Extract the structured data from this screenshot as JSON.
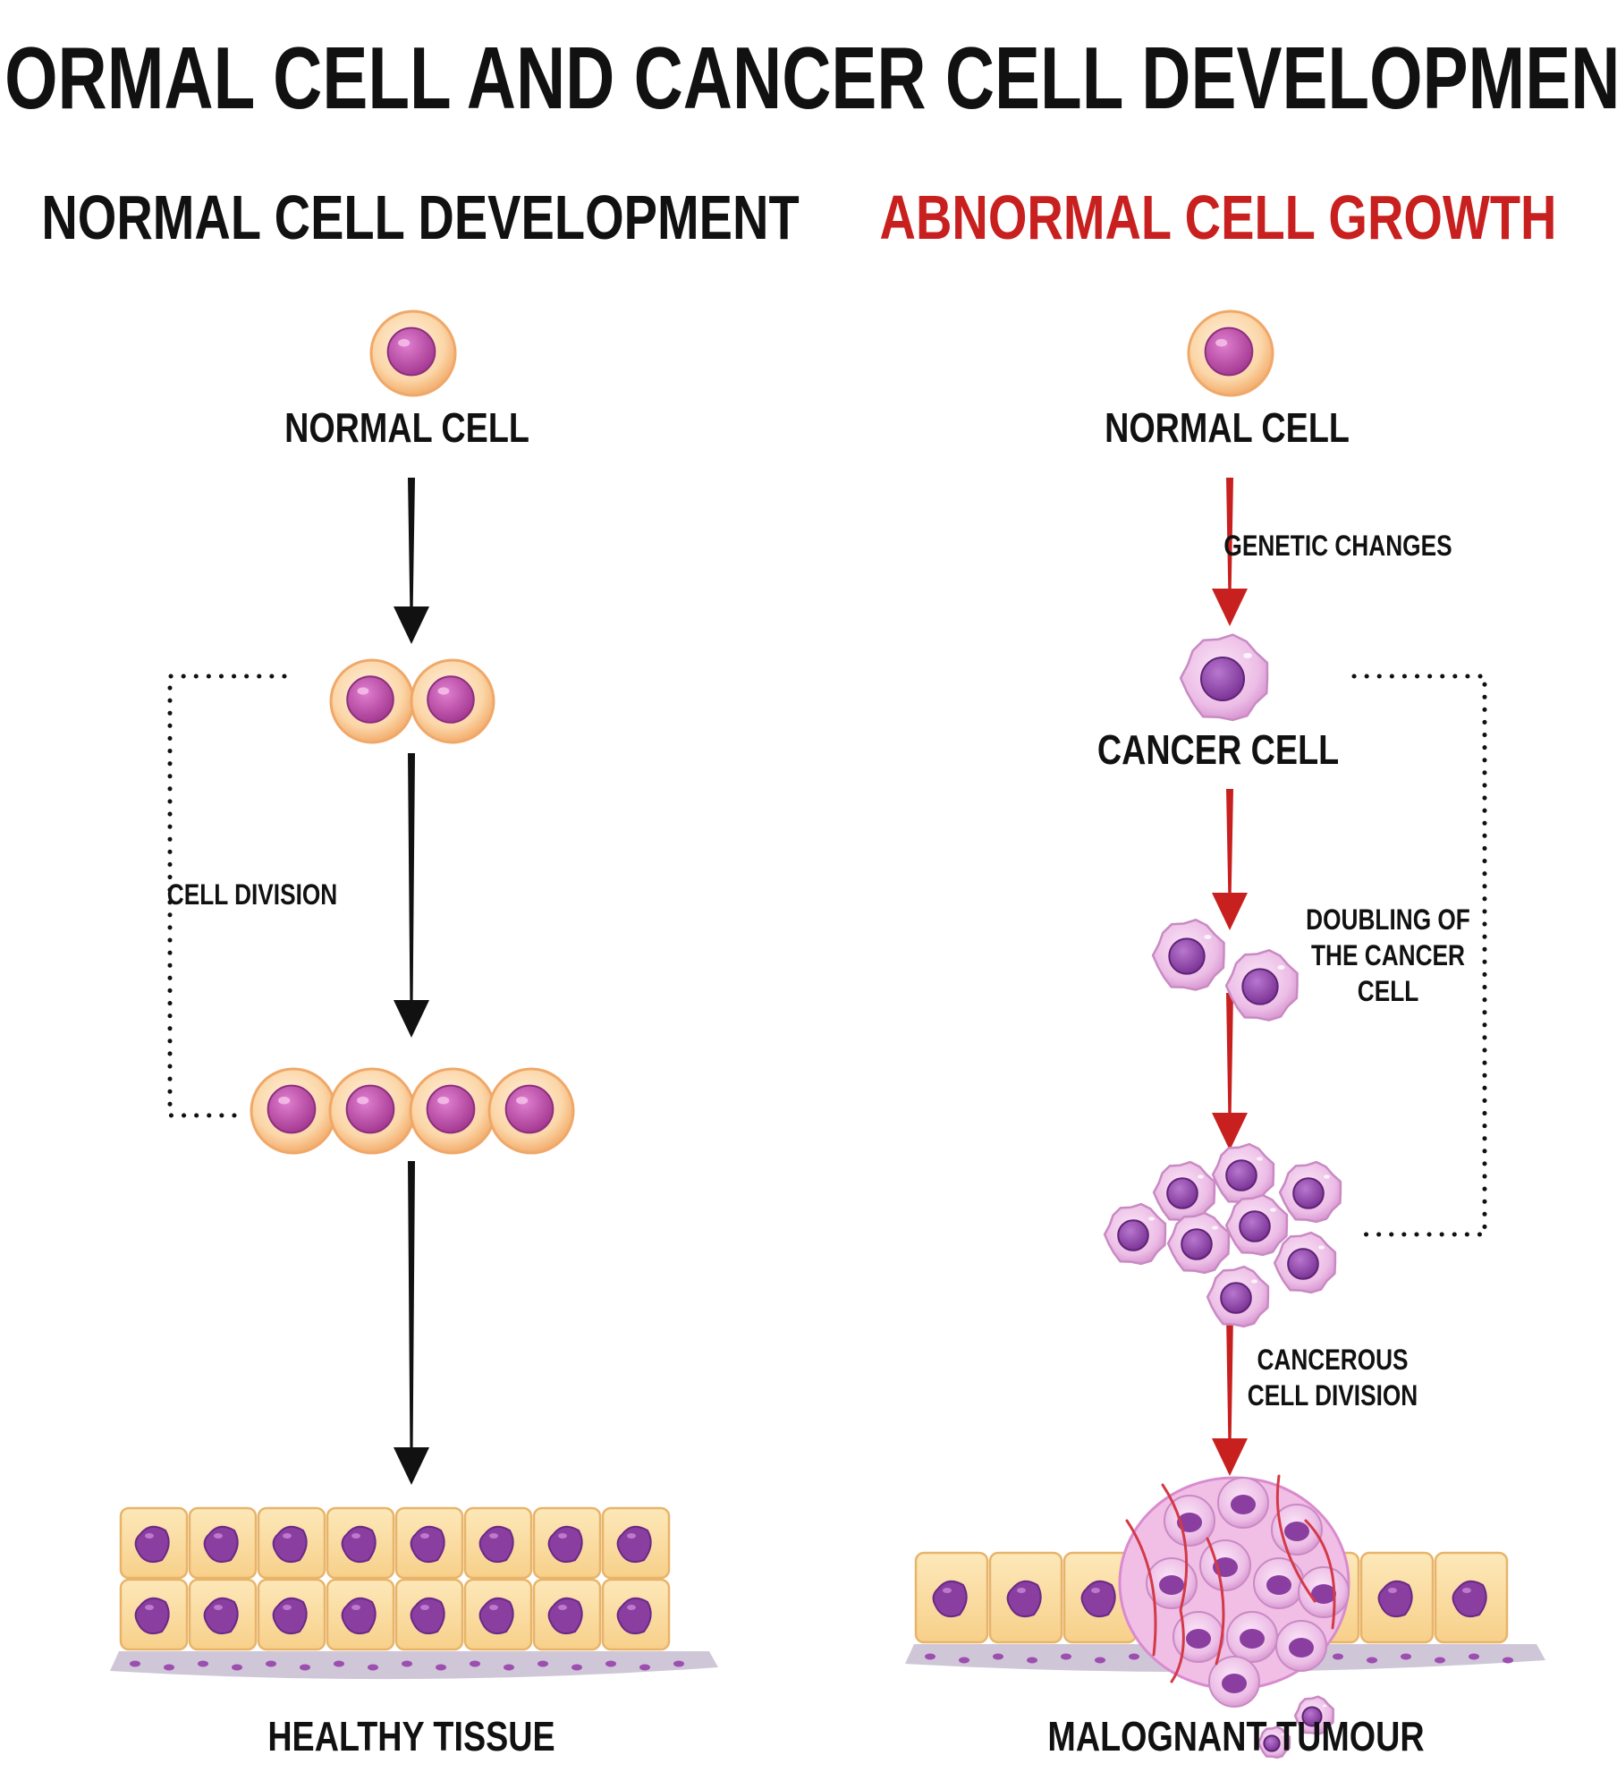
{
  "title": "NORMAL CELL AND CANCER CELL DEVELOPMENT",
  "normal_panel": {
    "heading": "NORMAL CELL DEVELOPMENT",
    "start_label": "NORMAL CELL",
    "division_label": "CELL DIVISION",
    "end_label": "HEALTHY TISSUE"
  },
  "abnormal_panel": {
    "heading": "ABNORMAL CELL GROWTH",
    "start_label": "NORMAL CELL",
    "genetic_label": "GENETIC CHANGES",
    "cancer_label": "CANCER CELL",
    "doubling_label": "DOUBLING OF\nTHE CANCER CELL",
    "division_label": "CANCEROUS\nCELL DIVISION",
    "end_label": "MALOGNANT TUMOUR"
  },
  "colors": {
    "normal_cell_fill": "#fbd6a8",
    "normal_cell_rim": "#f0a869",
    "normal_nucleus": "#b7459f",
    "cancer_cell_fill": "#eab8e4",
    "cancer_nucleus": "#8a3ea0",
    "tissue_fill": "#fbe0a6",
    "normal_arrow": "#111111",
    "cancer_arrow": "#c8201f",
    "heading_accent": "#c8201f"
  }
}
